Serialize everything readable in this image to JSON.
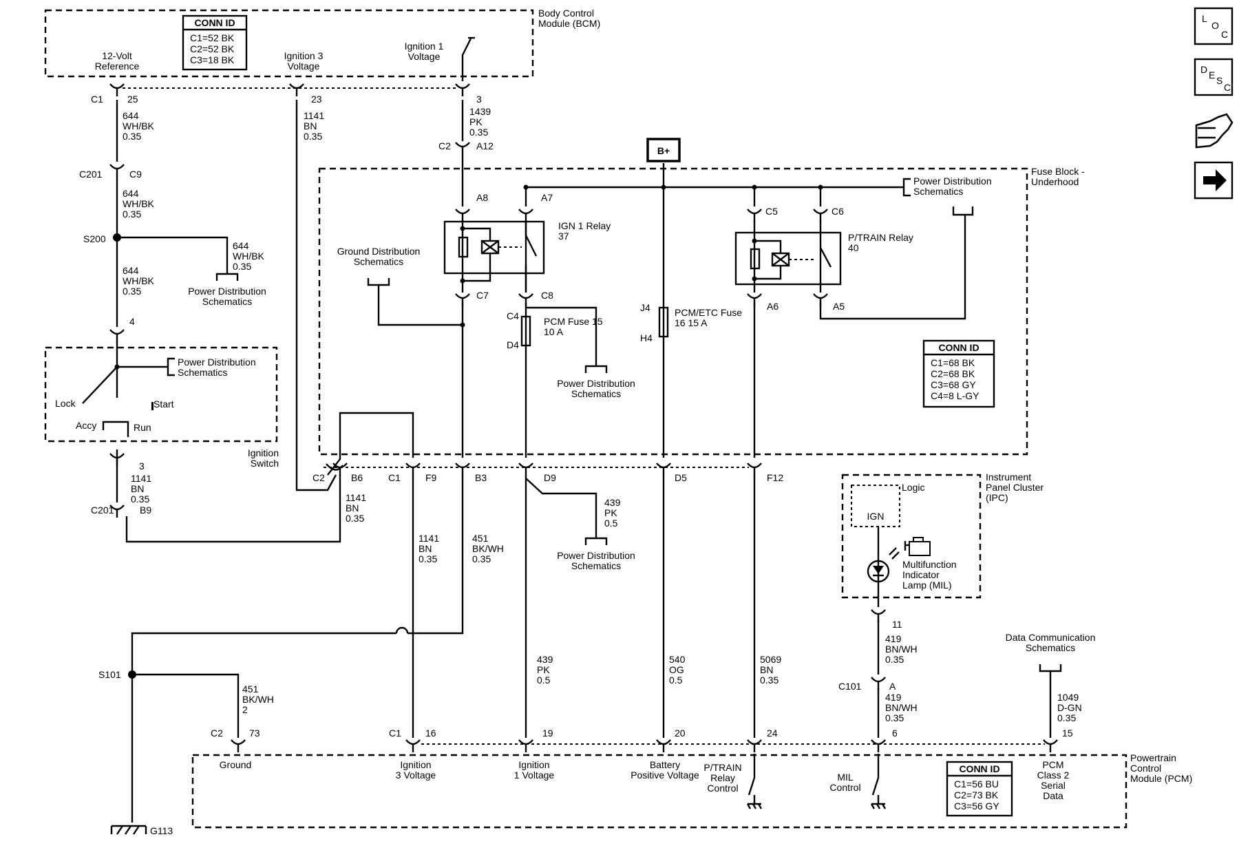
{
  "modules": {
    "bcm": "Body Control Module (BCM)",
    "fuse_block": "Fuse Block - Underhood",
    "ignition_switch": "Ignition Switch",
    "ipc": "Instrument Panel Cluster (IPC)",
    "pcm": "Powertrain Control Module (PCM)"
  },
  "conn_ids": {
    "bcm": {
      "title": "CONN ID",
      "lines": [
        "C1=52 BK",
        "C2=52 BK",
        "C3=18 BK"
      ]
    },
    "fuse": {
      "title": "CONN ID",
      "lines": [
        "C1=68 BK",
        "C2=68 BK",
        "C3=68 GY",
        "C4=8 L-GY"
      ]
    },
    "pcm": {
      "title": "CONN ID",
      "lines": [
        "C1=56 BU",
        "C2=73 BK",
        "C3=56 GY"
      ]
    }
  },
  "labels": {
    "ref12v": "12-Volt Reference",
    "ign3v": "Ignition 3 Voltage",
    "ign1v": "Ignition 1 Voltage",
    "bplus": "B+",
    "pds": "Power Distribution Schematics",
    "gds": "Ground Distribution Schematics",
    "dcs": "Data Communication Schematics",
    "ign1_relay": "IGN 1 Relay 37",
    "ptrain_relay": "P/TRAIN Relay 40",
    "pcm_fuse15": "PCM Fuse 15 10 A",
    "pcmetc_fuse": "PCM/ETC Fuse 16 15 A",
    "lock": "Lock",
    "accy": "Accy",
    "run": "Run",
    "start": "Start",
    "logic": "Logic",
    "ign": "IGN",
    "mil": "Multifunction Indicator Lamp (MIL)",
    "ground": "Ground",
    "pcm_ign3": "Ignition 3 Voltage",
    "pcm_ign1": "Ignition 1 Voltage",
    "pcm_bpv": "Battery Positive Voltage",
    "pcm_ptrain": "P/TRAIN Relay Control",
    "pcm_mil": "MIL Control",
    "pcm_class2": "PCM Class 2 Serial Data",
    "g113": "G113",
    "s101": "S101",
    "s200": "S200",
    "c201a": "C201",
    "c201b": "C201",
    "c101": "C101"
  },
  "pins": {
    "c1": "C1",
    "p25": "25",
    "p23": "23",
    "p3a": "3",
    "c2": "C2",
    "a12": "A12",
    "c9": "C9",
    "p4": "4",
    "p3b": "3",
    "b9": "B9",
    "a8": "A8",
    "a7": "A7",
    "c7": "C7",
    "c8": "C8",
    "c4": "C4",
    "d4": "D4",
    "j4": "J4",
    "h4": "H4",
    "c5": "C5",
    "c6": "C6",
    "a6": "A6",
    "a5": "A5",
    "c2b": "C2",
    "b6": "B6",
    "c1b": "C1",
    "f9": "F9",
    "b3": "B3",
    "d9": "D9",
    "d5": "D5",
    "f12": "F12",
    "p11": "11",
    "a": "A",
    "p6": "6",
    "p15": "15",
    "c2c": "C2",
    "p73": "73",
    "c1c": "C1",
    "p16": "16",
    "p19": "19",
    "p20": "20",
    "p24": "24"
  },
  "wires": {
    "w644a": [
      "644",
      "WH/BK",
      "0.35"
    ],
    "w644b": [
      "644",
      "WH/BK",
      "0.35"
    ],
    "w644c": [
      "644",
      "WH/BK",
      "0.35"
    ],
    "w644d": [
      "644",
      "WH/BK",
      "0.35"
    ],
    "w1141a": [
      "1141",
      "BN",
      "0.35"
    ],
    "w1141b": [
      "1141",
      "BN",
      "0.35"
    ],
    "w1141c": [
      "1141",
      "BN",
      "0.35"
    ],
    "w1141d": [
      "1141",
      "BN",
      "0.35"
    ],
    "w1439": [
      "1439",
      "PK",
      "0.35"
    ],
    "w451a": [
      "451",
      "BK/WH",
      "0.35"
    ],
    "w451b": [
      "451",
      "BK/WH",
      "2"
    ],
    "w439a": [
      "439",
      "PK",
      "0.5"
    ],
    "w439b": [
      "439",
      "PK",
      "0.5"
    ],
    "w540": [
      "540",
      "OG",
      "0.5"
    ],
    "w5069": [
      "5069",
      "BN",
      "0.35"
    ],
    "w419a": [
      "419",
      "BN/WH",
      "0.35"
    ],
    "w419b": [
      "419",
      "BN/WH",
      "0.35"
    ],
    "w1049": [
      "1049",
      "D-GN",
      "0.35"
    ]
  },
  "side_icons": [
    "loc-icon",
    "desc-icon",
    "connector-hand-icon",
    "arrow-right-icon"
  ],
  "side_icon_text": {
    "loc": [
      "L",
      "O",
      "C"
    ],
    "desc": [
      "D",
      "E",
      "S",
      "C"
    ]
  }
}
